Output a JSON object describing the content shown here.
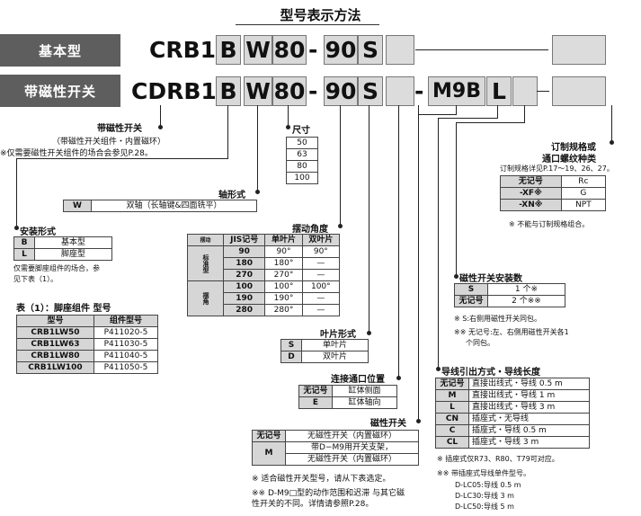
{
  "title": "型号表示方法",
  "rows": [
    {
      "label": "基本型",
      "prefix": "CRB1",
      "b": "B",
      "w": "W",
      "size": "80",
      "dash": "-",
      "angle": "90",
      "s": "S"
    },
    {
      "label": "带磁性开关",
      "prefix": "CDRB1",
      "b": "B",
      "w": "W",
      "size": "80",
      "dash": "-",
      "angle": "90",
      "s": "S",
      "sw": "M9B",
      "l": "L"
    }
  ],
  "switch_note": {
    "title": "带磁性开关",
    "sub": "（带磁性开关组件・内置磁环）",
    "note": "※仅需要磁性开关组件的场合会参见P.28。"
  },
  "size": {
    "title": "尺寸",
    "values": [
      "50",
      "63",
      "80",
      "100"
    ]
  },
  "custom": {
    "title1": "订制规格或",
    "title2": "通口螺纹种类",
    "note": "订制规格详见P.17～19、26、27。",
    "rows": [
      [
        "无记号",
        "Rc"
      ],
      [
        "-XF※",
        "G"
      ],
      [
        "-XN※",
        "NPT"
      ]
    ],
    "foot": "※ 不能与订制规格组合。"
  },
  "shaft": {
    "title": "轴形式",
    "code": "W",
    "desc": "双轴（长轴键&四面铣平）"
  },
  "mount": {
    "title": "安装形式",
    "rows": [
      [
        "B",
        "基本型"
      ],
      [
        "L",
        "脚座型"
      ]
    ],
    "note1": "仅需要脚座组件的场合，参",
    "note2": "见下表（1）。"
  },
  "angle": {
    "title": "摆动角度",
    "h": [
      "JIS记号",
      "单叶片",
      "双叶片"
    ],
    "g1": "标准型",
    "g2": "摆角",
    "ttl": "摆动",
    "rows": [
      [
        "90",
        "90°",
        "90°"
      ],
      [
        "180",
        "180°",
        "—"
      ],
      [
        "270",
        "270°",
        "—"
      ],
      [
        "100",
        "100°",
        "100°"
      ],
      [
        "190",
        "190°",
        "—"
      ],
      [
        "280",
        "280°",
        "—"
      ]
    ]
  },
  "foot_table": {
    "title": "表（1）：脚座组件 型号",
    "h": [
      "型号",
      "组件型号"
    ],
    "rows": [
      [
        "CRB1LW50",
        "P411020-5"
      ],
      [
        "CRB1LW63",
        "P411030-5"
      ],
      [
        "CRB1LW80",
        "P411040-5"
      ],
      [
        "CRB1LW100",
        "P411050-5"
      ]
    ]
  },
  "vane": {
    "title": "叶片形式",
    "rows": [
      [
        "S",
        "单叶片"
      ],
      [
        "D",
        "双叶片"
      ]
    ]
  },
  "port": {
    "title": "连接通口位置",
    "rows": [
      [
        "无记号",
        "缸体侧面"
      ],
      [
        "E",
        "缸体轴向"
      ]
    ]
  },
  "magsw": {
    "title": "磁性开关",
    "rows": [
      [
        "无记号",
        "无磁性开关（内置磁环）"
      ],
      [
        "M",
        "带D−M9用开关支架，",
        "无磁性开关（内置磁环）"
      ]
    ],
    "n1": "※ 适合磁性开关型号，请从下表选定。",
    "n2": "※※ D-M9□型的动作范围和迟滞 与其它磁",
    "n3": "性开关的不同。详情请参照P.28。"
  },
  "qty": {
    "title": "磁性开关安装数",
    "rows": [
      [
        "S",
        "1 个※"
      ],
      [
        "无记号",
        "2 个※※"
      ]
    ],
    "n1": "※ S:右侧用磁性开关同包。",
    "n2": "※※ 无记号:左、右侧用磁性开关各1",
    "n3": "个同包。"
  },
  "lead": {
    "title": "导线引出方式・导线长度",
    "rows": [
      [
        "无记号",
        "直接出线式・导线 0.5 m"
      ],
      [
        "M",
        "直接出线式・导线 1 m"
      ],
      [
        "L",
        "直接出线式・导线 3 m"
      ],
      [
        "CN",
        "插座式・无导线"
      ],
      [
        "C",
        "插座式・导线 0.5 m"
      ],
      [
        "CL",
        "插座式・导线 3 m"
      ]
    ],
    "n1": "※ 插座式仅R73、R80、T79可对应。",
    "n2": "※※ 带插座式导线单件型号。",
    "n3": "D-LC05:导线 0.5 m",
    "n4": "D-LC30:导线 3 m",
    "n5": "D-LC50:导线 5 m"
  }
}
